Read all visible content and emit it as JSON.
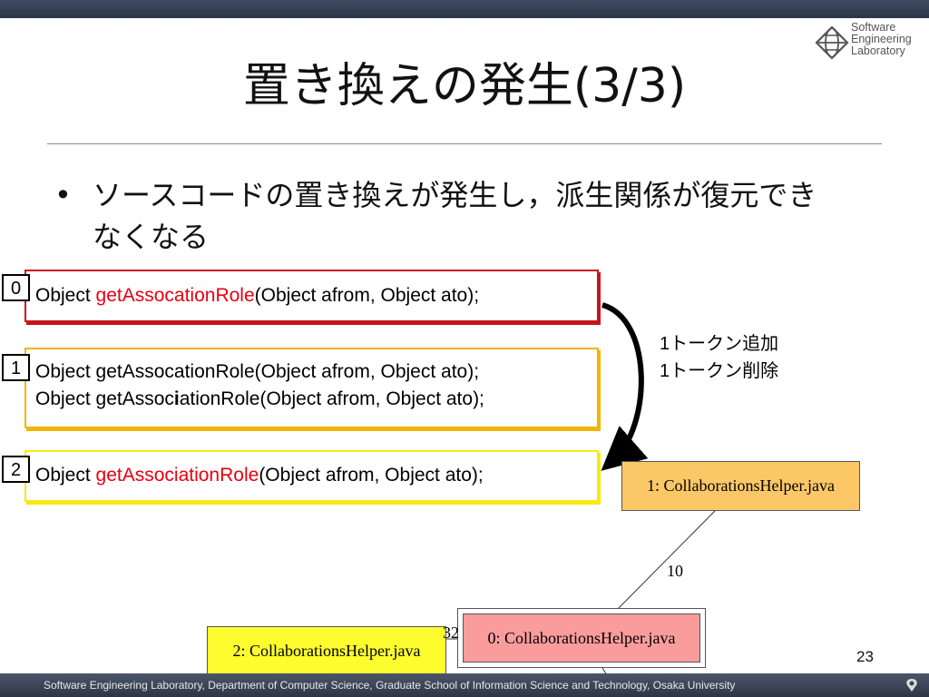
{
  "slide": {
    "title": "置き換えの発生(3/3)",
    "bullet": "ソースコードの置き換えが発生し，派生関係が復元できなくなる",
    "logo": {
      "line1": "Software",
      "line2": "Engineering",
      "line3": "Laboratory"
    },
    "footer": "Software Engineering Laboratory, Department of Computer Science, Graduate School of Information Science and Technology, Osaka University",
    "page_number": "23"
  },
  "code_boxes": {
    "box0": {
      "number": "0",
      "pre": "Object ",
      "method": "getAssocationRole",
      "post": "(Object afrom, Object ato);"
    },
    "box1": {
      "number": "1",
      "line1": "Object getAssocationRole(Object afrom, Object ato);",
      "line2_pre": "Object getAssoc",
      "line2_bold": "i",
      "line2_post": "ationRole(Object afrom, Object ato);"
    },
    "box2": {
      "number": "2",
      "pre": "Object ",
      "method": "getAssociationRole",
      "post": "(Object afrom, Object ato);"
    }
  },
  "annotation": {
    "line1": "1トークン追加",
    "line2": "1トークン削除"
  },
  "graph": {
    "node1": "1: CollaborationsHelper.java",
    "node0": "0: CollaborationsHelper.java",
    "node2": "2: CollaborationsHelper.java",
    "edge_label_1_0": "10",
    "edge_label_2_0": "32"
  },
  "colors": {
    "box0_border": "#c8141c",
    "box1_border": "#f4b400",
    "box2_border": "#f6ea12",
    "node1_fill": "#fcc767",
    "node0_fill": "#fa9c9c",
    "node2_fill": "#fcfc2e",
    "highlight": "#e8000f"
  },
  "icons": {
    "logo": "globe-icon",
    "footer": "lab-mark-icon"
  }
}
